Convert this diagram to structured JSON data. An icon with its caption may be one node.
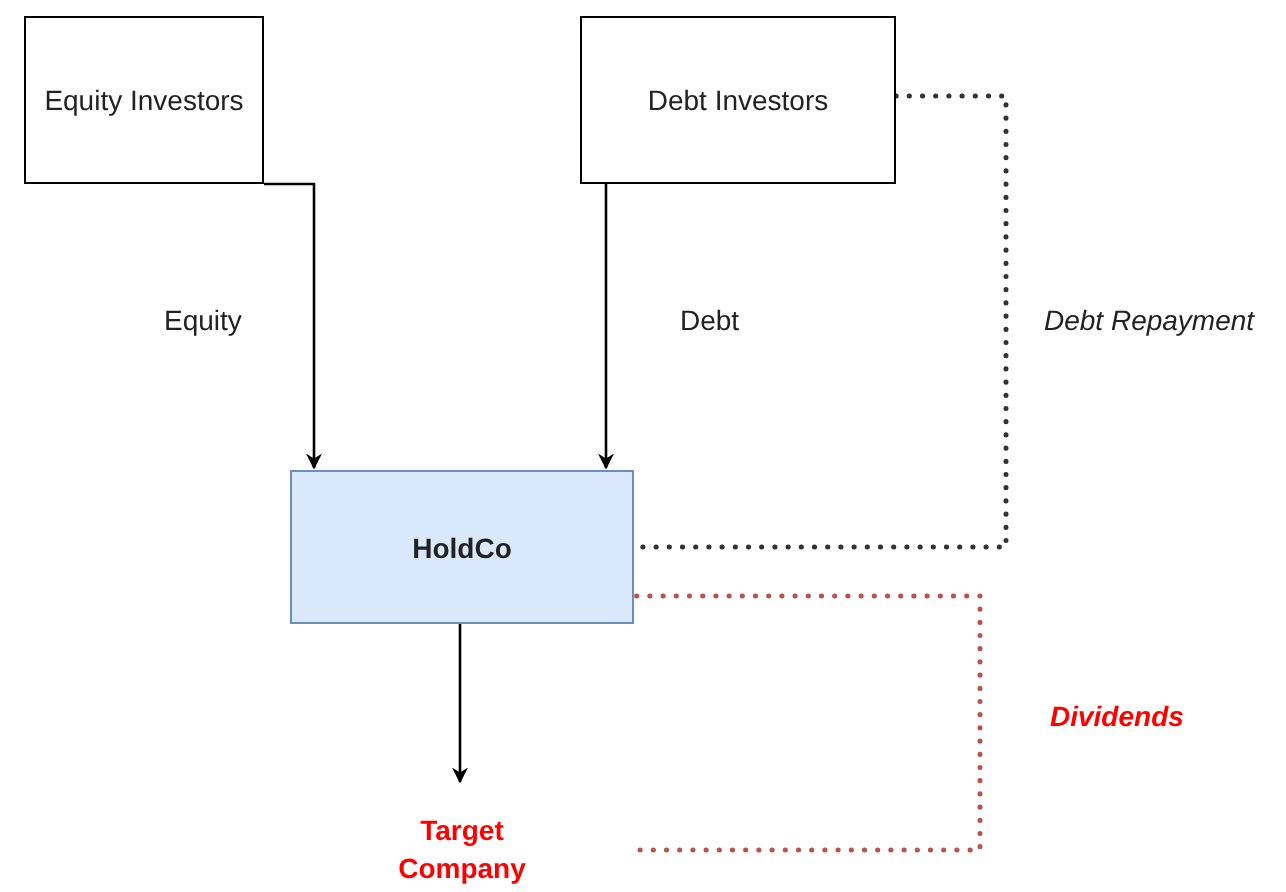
{
  "diagram": {
    "nodes": [
      {
        "text": [
          "Equity Investors"
        ]
      },
      {
        "text": [
          "Debt Investors"
        ]
      },
      {
        "text": [
          "HoldCo"
        ]
      },
      {
        "text": [
          "Target Company"
        ]
      }
    ],
    "edges": [
      {
        "from": 0,
        "to": 2,
        "arrow": "to",
        "label": "Equity"
      },
      {
        "from": 1,
        "to": 2,
        "arrow": "to",
        "label": "Debt"
      },
      {
        "from": 1,
        "to": 2,
        "arrow": "none",
        "label": "Debt Repayment",
        "style": "dashed"
      },
      {
        "from": 2,
        "to": 3,
        "arrow": "to"
      },
      {
        "from": 3,
        "to": 2,
        "arrow": "none",
        "label": "Dividends",
        "style": "dashed",
        "color": "#b85450"
      }
    ]
  }
}
